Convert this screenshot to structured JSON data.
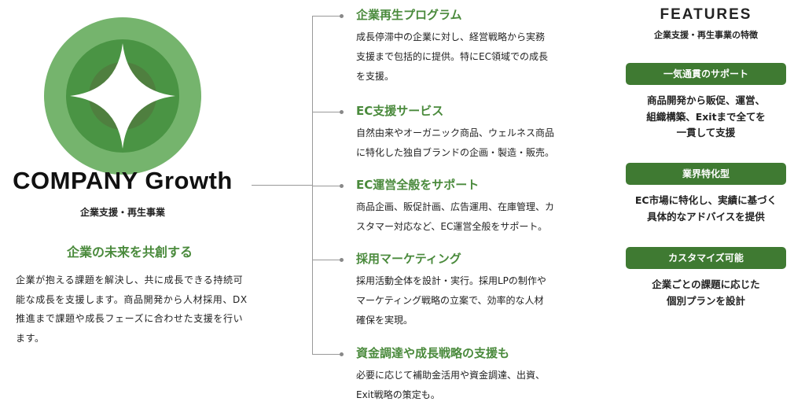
{
  "brand": {
    "name": "COMPANY Growth",
    "subtitle": "企業支援・再生事業",
    "tagline": "企業の未来を共創する",
    "lead": "企業が抱える課題を解決し、共に成長できる持続可能な成長を支援します。商品開発から人材採用、DX推進まで課題や成長フェーズに合わせた支援を行います。"
  },
  "services": [
    {
      "title": "企業再生プログラム",
      "desc": "成長停滞中の企業に対し、経営戦略から実務\n支援まで包括的に提供。特にEC領域での成長\nを支援。"
    },
    {
      "title": "EC支援サービス",
      "desc": "自然由来やオーガニック商品、ウェルネス商品\nに特化した独自ブランドの企画・製造・販売。"
    },
    {
      "title": "EC運営全般をサポート",
      "desc": "商品企画、販促計画、広告運用、在庫管理、カ\nスタマー対応など、EC運営全般をサポート。"
    },
    {
      "title": "採用マーケティング",
      "desc": "採用活動全体を設計・実行。採用LPの制作や\nマーケティング戦略の立案で、効率的な人材\n確保を実現。"
    },
    {
      "title": "資金調達や成長戦略の支援も",
      "desc": "必要に応じて補助金活用や資金調達、出資、\nExit戦略の策定も。"
    }
  ],
  "features": {
    "title": "FEATURES",
    "subtitle": "企業支援・再生事業の特徴",
    "items": [
      {
        "label": "一気通貫のサポート",
        "desc": "商品開発から販促、運営、\n組織構築、Exitまで全てを\n一貫して支援"
      },
      {
        "label": "業界特化型",
        "desc": "EC市場に特化し、実績に基づく\n具体的なアドバイスを提供"
      },
      {
        "label": "カスタマイズ可能",
        "desc": "企業ごとの課題に応じた\n個別プランを設計"
      }
    ]
  },
  "colors": {
    "green": "#4a8a3c",
    "box": "#3f7a32",
    "outer": "#75b46d",
    "mid": "#4a9444",
    "inner": "#4f7f3f"
  }
}
